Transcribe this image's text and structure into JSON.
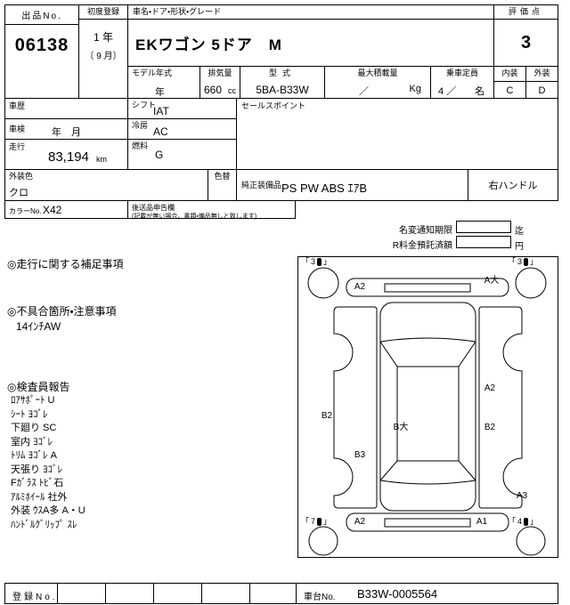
{
  "header": {
    "lot_no_label": "出品No.",
    "lot_no": "06138",
    "first_reg_label": "初度登録",
    "first_reg_year": "1 年",
    "first_reg_month": "〔 9 月〕",
    "car_name_label": "車名・ドア・形状・グレード",
    "car_name": "EKワゴン 5ドア　M",
    "score_label": "評価点",
    "score": "3",
    "model_year_label": "モデル年式",
    "model_year": "年",
    "displacement_label": "排気量",
    "displacement": "660",
    "displacement_unit": "cc",
    "model_code_label": "型式",
    "model_code": "5BA-B33W",
    "max_load_label": "最大積載量",
    "max_load_value": "／",
    "max_load_unit": "Kg",
    "capacity_label": "乗車定員",
    "capacity_value": "4 ／",
    "capacity_unit": "名",
    "interior_label": "内装",
    "interior_grade": "C",
    "exterior_label": "外装",
    "exterior_grade": "D"
  },
  "details": {
    "history_label": "車歴",
    "shift_label": "シフト",
    "shift": "IAT",
    "inspection_label": "車検",
    "inspection": "年　月",
    "aircon_label": "冷房",
    "aircon": "AC",
    "mileage_label": "走行",
    "mileage": "83,194",
    "mileage_unit": "km",
    "fuel_label": "燃料",
    "fuel": "G",
    "body_color_label": "外装色",
    "body_color": "クロ",
    "color_change_label": "色替",
    "sales_point_label": "セールスポイント",
    "equipment_label": "純正装備品",
    "equipment": "PS PW ABS ｴｱB",
    "handle": "右ハンドル",
    "color_no_label": "カラーNo.",
    "color_no": "X42",
    "later_items_label": "後送品申告欄",
    "later_items_note": "(記載が無い場合、書類・備品無しと致します)"
  },
  "notices": {
    "name_change_label": "名変通知期限",
    "name_change_suffix": "迄",
    "deposit_label": "R料金預託済額",
    "deposit_suffix": "円"
  },
  "notes": {
    "mileage_heading": "◎走行に関する補足事項",
    "defects_heading": "◎不具合箇所・注意事項",
    "defects_items": [
      "14ｲﾝﾁAW"
    ],
    "report_heading": "◎検査員報告",
    "report_items": [
      "ﾛｱｻﾎﾟｰﾄ U",
      "ｼｰﾄ ﾖｺﾞﾚ",
      "下廻り SC",
      "室内 ﾖｺﾞﾚ",
      "ﾄﾘﾑ ﾖｺﾞﾚ A",
      "天張り ﾖｺﾞﾚ",
      "Fｶﾞﾗｽ ﾄﾋﾞ石",
      "ｱﾙﾐﾎｲｰﾙ 社外",
      "外装 ｳｽA多 A・U",
      "ﾊﾝﾄﾞﾙｸﾞﾘｯﾌﾟ ｽﾚ"
    ]
  },
  "diagram": {
    "bracket_open": "「",
    "bracket_close": "」",
    "tires": {
      "front_left": "3",
      "front_right": "3",
      "rear_left": "7",
      "rear_right": "4"
    },
    "markers": [
      {
        "label": "A2"
      },
      {
        "label": "A大"
      },
      {
        "label": "B2"
      },
      {
        "label": "B大"
      },
      {
        "label": "B3"
      },
      {
        "label": "A2"
      },
      {
        "label": "B2"
      },
      {
        "label": "A3"
      },
      {
        "label": "A2"
      },
      {
        "label": "A1"
      }
    ]
  },
  "footer": {
    "reg_no_label": "登録No.",
    "chassis_label": "車台No.",
    "chassis_no": "B33W-0005564"
  }
}
